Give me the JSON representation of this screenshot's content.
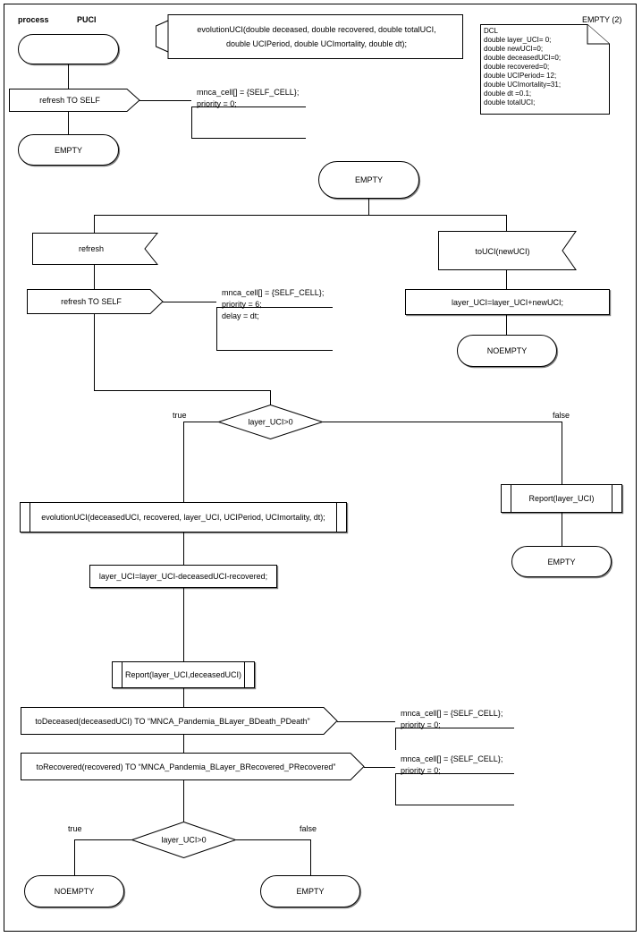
{
  "diagram": {
    "type": "SDL process diagram",
    "header": {
      "keyword": "process",
      "name": "PUCI",
      "page_ref": "EMPTY (2)"
    },
    "procedure_signature": {
      "line1": "evolutionUCI(double deceased, double recovered, double totalUCI,",
      "line2": "double UCIPeriod, double UCImortality, double dt);"
    },
    "declaration_note": {
      "title": "DCL",
      "lines": [
        "double layer_UCI= 0;",
        "double newUCI=0;",
        "double deceasedUCI=0;",
        "double recovered=0;",
        "double UCIPeriod= 12;",
        "double UCImortality=31;",
        "double dt =0.1;",
        "double totalUCI;"
      ]
    },
    "nodes": {
      "start_symbol": "",
      "out_refresh_self_top": "refresh TO SELF",
      "state_empty_top": "EMPTY",
      "comment_top": [
        "mnca_cell[] = {SELF_CELL};",
        "priority = 0;"
      ],
      "state_empty_main": "EMPTY",
      "in_refresh": "refresh",
      "out_refresh_self_main": "refresh TO SELF",
      "comment_refresh": [
        "mnca_cell[] = {SELF_CELL};",
        "priority = 6;",
        "delay = dt;"
      ],
      "in_touci": "toUCI(newUCI)",
      "task_layer_add": "layer_UCI=layer_UCI+newUCI;",
      "state_noempty_right": "NOEMPTY",
      "decision_1": "layer_UCI>0",
      "decision_1_true": "true",
      "decision_1_false": "false",
      "call_evolution": "evolutionUCI(deceasedUCI, recovered, layer_UCI, UCIPeriod, UCImortality, dt);",
      "task_layer_sub": "layer_UCI=layer_UCI-deceasedUCI-recovered;",
      "call_report_pair": "Report(layer_UCI,deceasedUCI)",
      "call_report_single": "Report(layer_UCI)",
      "state_empty_right": "EMPTY",
      "out_deceased": "toDeceased(deceasedUCI) TO “MNCA_Pandemia_BLayer_BDeath_PDeath”",
      "comment_deceased": [
        "mnca_cell[] = {SELF_CELL};",
        "priority = 0;"
      ],
      "out_recovered": "toRecovered(recovered) TO “MNCA_Pandemia_BLayer_BRecovered_PRecovered”",
      "comment_recovered": [
        "mnca_cell[] = {SELF_CELL};",
        "priority = 0;"
      ],
      "decision_2": "layer_UCI>0",
      "decision_2_true": "true",
      "decision_2_false": "false",
      "state_noempty_bottom": "NOEMPTY",
      "state_empty_bottom": "EMPTY"
    },
    "colors": {
      "line": "#000000",
      "shadow": "#7f7f7f",
      "background": "#ffffff",
      "text": "#000000"
    }
  }
}
